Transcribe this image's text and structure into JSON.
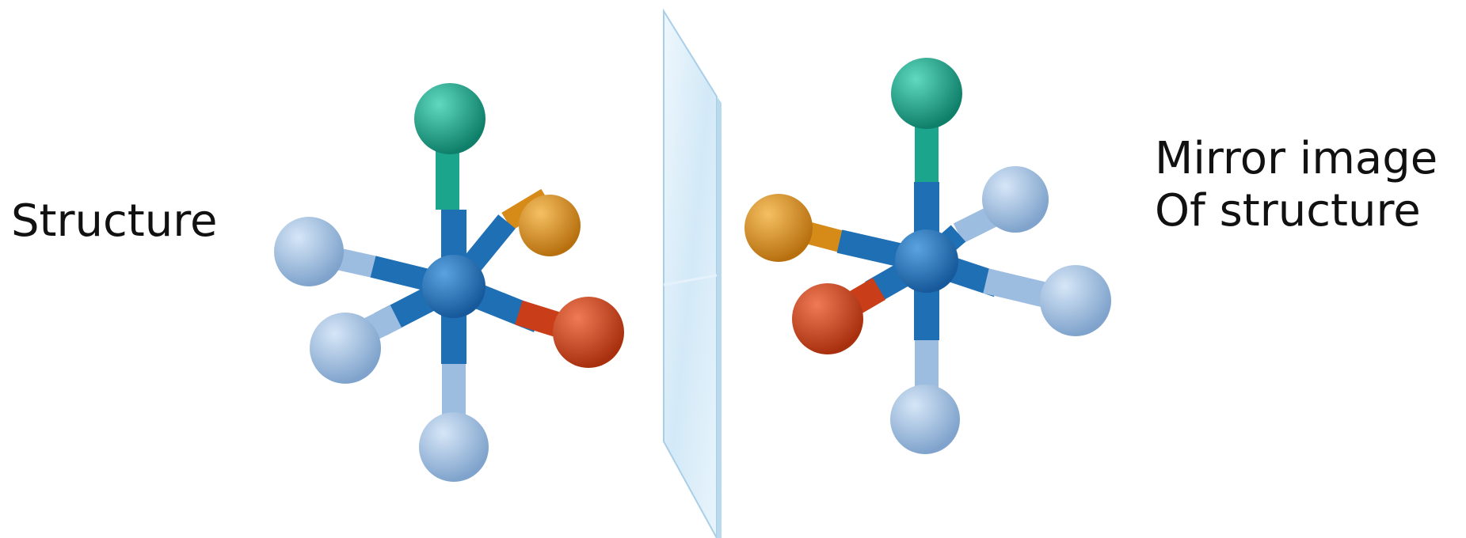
{
  "labels": {
    "left": "Structure",
    "right_line1": "Mirror image",
    "right_line2": "Of structure"
  },
  "colors": {
    "center": "#1f6fb5",
    "green": "#1aa58c",
    "orange": "#e0941f",
    "red": "#d6451f",
    "light": "#a8c6e8",
    "mirror": "#d8ecf8",
    "mirror_edge": "#9ec7e3"
  }
}
